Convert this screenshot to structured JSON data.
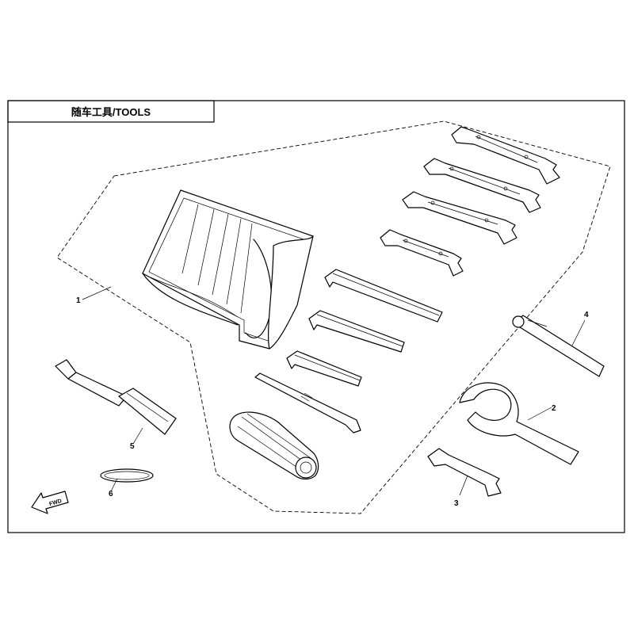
{
  "header": {
    "title": "随车工具/TOOLS"
  },
  "callouts": [
    {
      "id": "1",
      "label": "1"
    },
    {
      "id": "2",
      "label": "2"
    },
    {
      "id": "3",
      "label": "3"
    },
    {
      "id": "4",
      "label": "4"
    },
    {
      "id": "5",
      "label": "5"
    },
    {
      "id": "6",
      "label": "6"
    }
  ],
  "direction_arrow": {
    "label": "FWD"
  },
  "icons": [
    "tool-bag",
    "open-end-wrench",
    "hex-key",
    "screwdriver",
    "spanner",
    "pin-tool",
    "spark-plug-socket",
    "o-ring",
    "fwd-arrow"
  ]
}
